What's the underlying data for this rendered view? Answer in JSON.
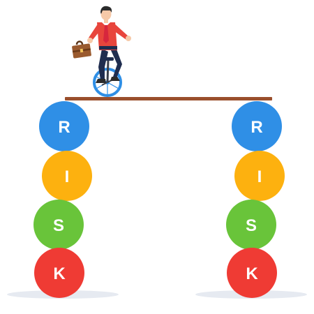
{
  "illustration": {
    "theme": "businessman riding a unicycle on a plank balanced on two stacks of RISK balls",
    "left_stack": [
      {
        "letter": "R",
        "color": "#2f8fe6"
      },
      {
        "letter": "I",
        "color": "#fdb10f"
      },
      {
        "letter": "S",
        "color": "#69c43a"
      },
      {
        "letter": "K",
        "color": "#ef3b34"
      }
    ],
    "right_stack": [
      {
        "letter": "R",
        "color": "#2f8fe6"
      },
      {
        "letter": "I",
        "color": "#fdb10f"
      },
      {
        "letter": "S",
        "color": "#69c43a"
      },
      {
        "letter": "K",
        "color": "#ef3b34"
      }
    ],
    "colors": {
      "plank": "#9a4f2c",
      "shirt": "#e8453c",
      "trousers": "#1f2d4f",
      "tie": "#d7263d",
      "hair": "#2b2b2b",
      "skin": "#f6c9a8",
      "briefcase": "#9a5a2e",
      "wheel": "#2f8fe6",
      "ground": "#e6eaf1"
    },
    "icons": [
      "businessman-icon",
      "unicycle-icon",
      "briefcase-icon"
    ]
  }
}
